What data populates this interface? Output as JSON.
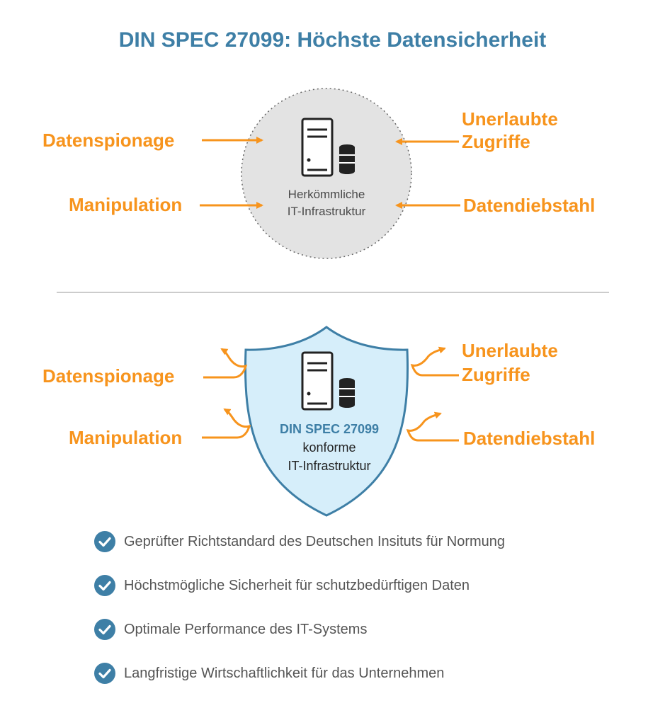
{
  "title": "DIN SPEC 27099: Höchste Datensicherheit",
  "colors": {
    "accent": "#f7941d",
    "brand_blue": "#3e7fa6",
    "shield_fill": "#d6eefa",
    "circle_fill": "#e3e3e3"
  },
  "traditional": {
    "label_line1": "Herkömmliche",
    "label_line2": "IT-Infrastruktur",
    "threats": {
      "left_top": "Datenspionage",
      "left_bottom": "Manipulation",
      "right_top_line1": "Unerlaubte",
      "right_top_line2": "Zugriffe",
      "right_bottom": "Datendiebstahl"
    }
  },
  "compliant": {
    "label_line1": "DIN SPEC 27099",
    "label_line2": "konforme",
    "label_line3": "IT-Infrastruktur",
    "threats": {
      "left_top": "Datenspionage",
      "left_bottom": "Manipulation",
      "right_top_line1": "Unerlaubte",
      "right_top_line2": "Zugriffe",
      "right_bottom": "Datendiebstahl"
    }
  },
  "benefits": [
    "Geprüfter Richtstandard des Deutschen Insituts für Normung",
    "Höchstmögliche Sicherheit für schutzbedürftigen Daten",
    "Optimale Performance des IT-Systems",
    "Langfristige Wirtschaftlichkeit für das Unternehmen"
  ],
  "icons": [
    "server-icon",
    "database-icon",
    "check-circle-icon",
    "shield-icon",
    "arrow-icon"
  ]
}
